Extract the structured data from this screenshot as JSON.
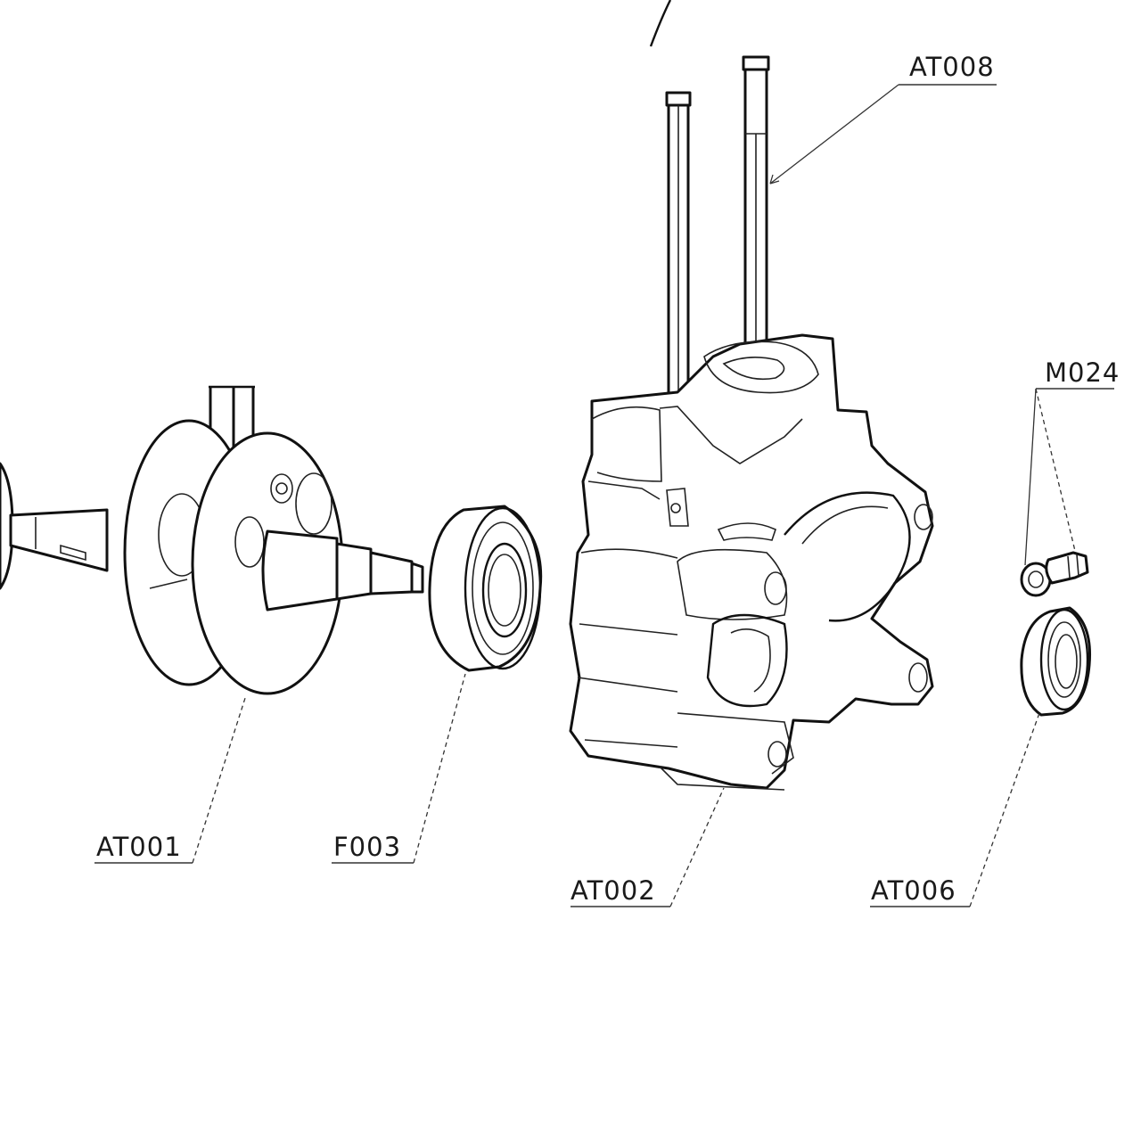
{
  "labels": {
    "at008": "AT008",
    "m024": "M024",
    "at001": "AT001",
    "f003": "F003",
    "at002": "AT002",
    "at006": "AT006"
  }
}
